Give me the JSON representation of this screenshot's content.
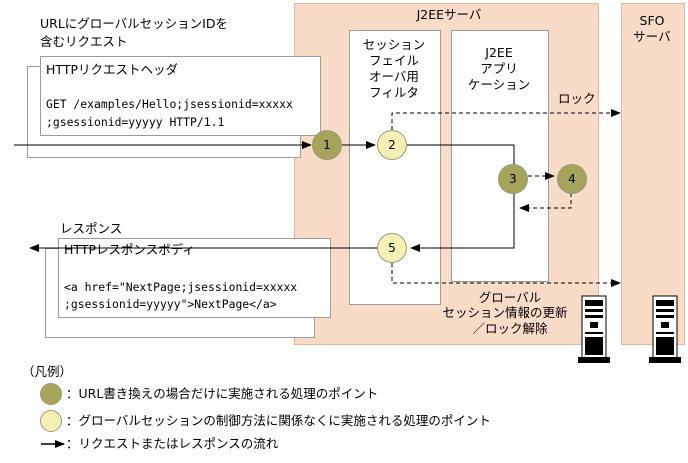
{
  "j2ee_server": {
    "label": "J2EEサーバ"
  },
  "sfo_server": {
    "label_line1": "SFO",
    "label_line2": "サーバ"
  },
  "filter": {
    "lines": [
      "セッション",
      "フェイル",
      "オーバ用",
      "フィルタ"
    ]
  },
  "application": {
    "lines": [
      "J2EE",
      "アプリ",
      "ケーション"
    ]
  },
  "request": {
    "title_line1": "URLにグローバルセッションIDを",
    "title_line2": "含むリクエスト",
    "card_title": "HTTPリクエストヘッダ",
    "code_line1": "GET /examples/Hello;jsessionid=xxxxx",
    "code_line2": ";gsessionid=yyyyy HTTP/1.1"
  },
  "response": {
    "title": "レスポンス",
    "card_title": "HTTPレスポンスボディ",
    "code_line1": "<a href=\"NextPage;jsessionid=xxxxx",
    "code_line2": ";gsessionid=yyyyy\">NextPage</a>"
  },
  "lock_label": "ロック",
  "update_label": {
    "line1": "グローバル",
    "line2": "セッション情報の更新",
    "line3": "／ロック解除"
  },
  "points": [
    {
      "number": "1",
      "kind": "dark"
    },
    {
      "number": "2",
      "kind": "light"
    },
    {
      "number": "3",
      "kind": "dark"
    },
    {
      "number": "4",
      "kind": "dark"
    },
    {
      "number": "5",
      "kind": "light"
    }
  ],
  "legend": {
    "title": "（凡例）",
    "dark_text": "：URL書き換えの場合だけに実施される処理のポイント",
    "light_text": "：グローバルセッションの制御方法に関係なくに実施される処理のポイント",
    "arrow_text": "：リクエストまたはレスポンスの流れ"
  },
  "colors": {
    "server_region": "#f9dcc8",
    "dark_point": "#a6a35a",
    "light_point": "#f4f0b4"
  }
}
